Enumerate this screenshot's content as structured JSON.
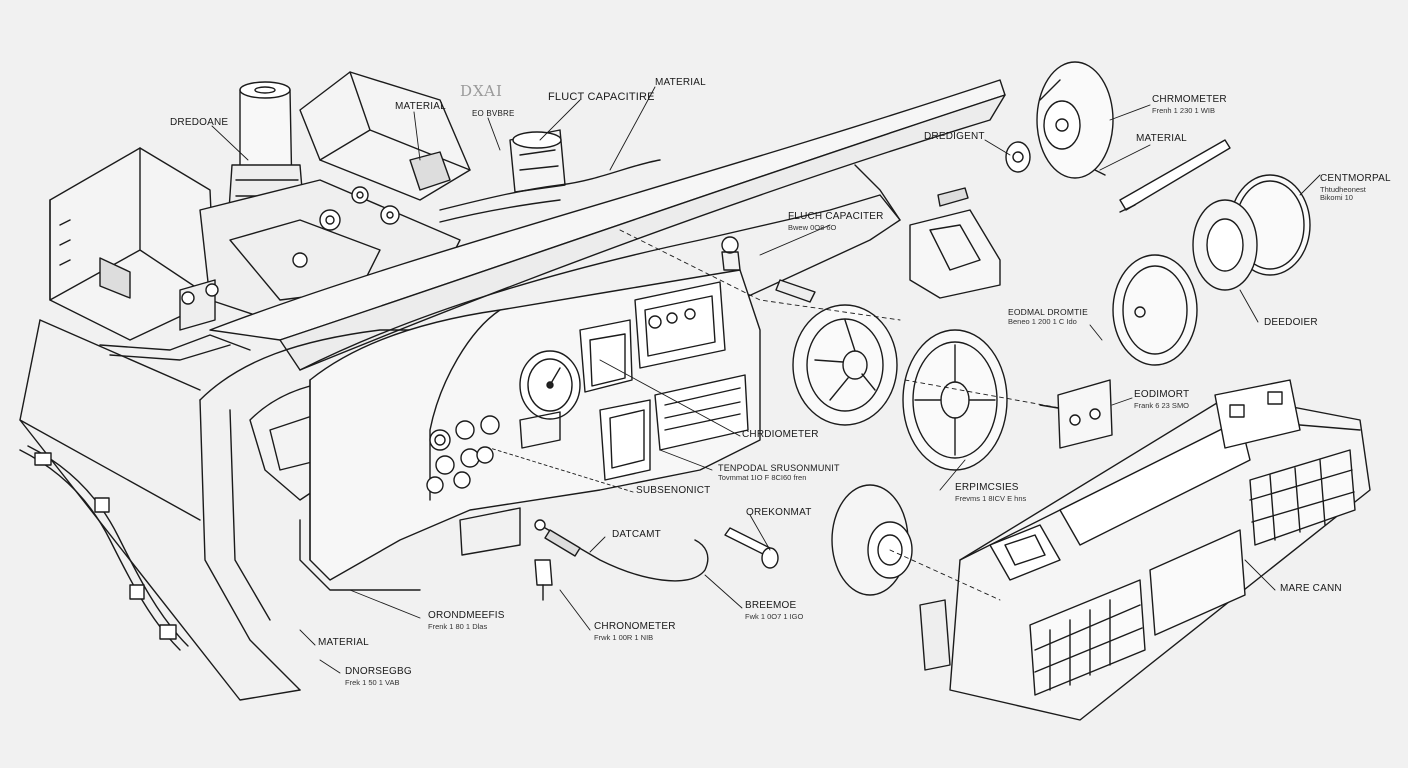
{
  "watermark": "DXAI",
  "labels": {
    "dredoane": {
      "title": "DREDOANE"
    },
    "material_top": {
      "title": "MATERIAL"
    },
    "eo_bvbre": {
      "title": "EO BVBRE"
    },
    "fluct_capacitor_top": {
      "title": "FLUCT CAPACITIRE"
    },
    "material_center": {
      "title": "MATERIAL"
    },
    "fluch_capacitor_mid": {
      "title": "FLUCH CAPACITER",
      "sub": "Bwew 0O8 6O"
    },
    "dredigent": {
      "title": "DREDIGENT"
    },
    "chromometer_right": {
      "title": "CHRMOMETER",
      "sub": "Frenh 1 230 1 WIB"
    },
    "material_right": {
      "title": "MATERIAL"
    },
    "centmorpal": {
      "title": "CENTMORPAL",
      "sub": "Thtudheonest",
      "sub2": "Bikomi 10"
    },
    "eodmal": {
      "title": "EODMAL DROMTIE",
      "sub": "Beneo 1 200 1 C Ido"
    },
    "deedoier": {
      "title": "DEEDOIER"
    },
    "eodimort": {
      "title": "EODIMORT",
      "sub": "Frank 6 23 SMO"
    },
    "chrdiometer": {
      "title": "CHRDIOMETER"
    },
    "tenpodal": {
      "title": "TENPODAL SRUSONMUNIT",
      "sub": "Tovmmat 1IO F 8CI60 fren"
    },
    "erpimcsies": {
      "title": "ERPIMCSIES",
      "sub": "Frevms 1 8ICV E hns"
    },
    "subsenonict": {
      "title": "SUBSENONICT"
    },
    "orekonmat": {
      "title": "OREKONMAT"
    },
    "datcamt": {
      "title": "DATCAMT"
    },
    "mare_cann": {
      "title": "MARE CANN"
    },
    "orondmeefis": {
      "title": "ORONDMEEFIS",
      "sub": "Frenk 1 80 1 Dlas"
    },
    "material_bottom": {
      "title": "MATERIAL"
    },
    "chronometer_bottom": {
      "title": "CHRONOMETER",
      "sub": "Frwk 1 00R 1 NIB"
    },
    "breemoe": {
      "title": "BREEMOE",
      "sub": "Fwk 1 0O7 1 IGO"
    },
    "dnorsegbg": {
      "title": "DNORSEGBG",
      "sub": "Frek 1 50 1 VAB"
    }
  }
}
